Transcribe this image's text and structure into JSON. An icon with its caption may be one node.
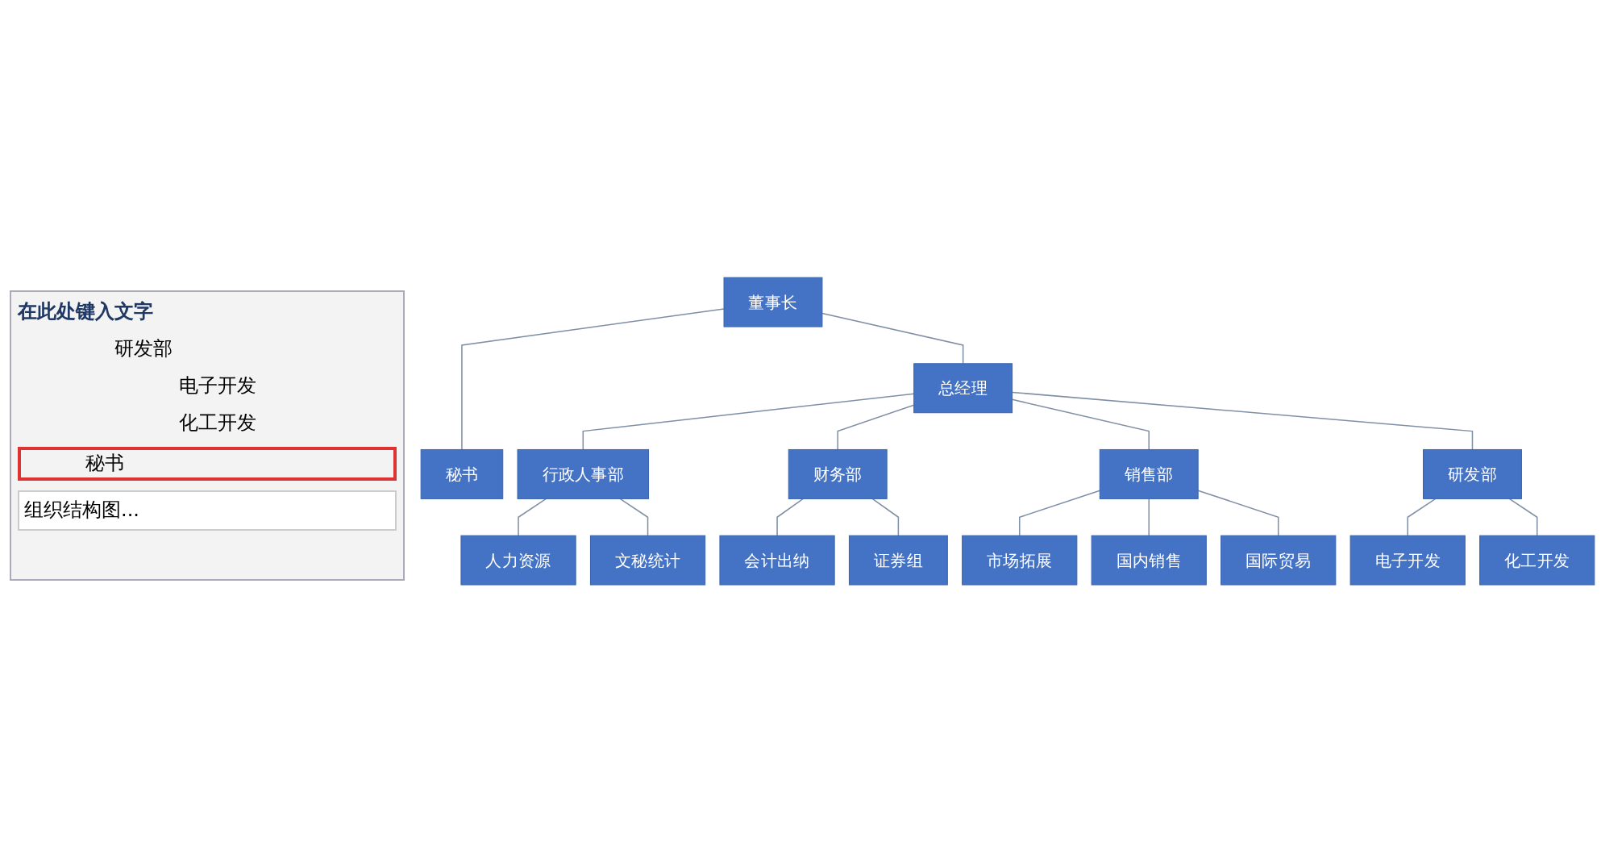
{
  "diagram": {
    "nodes": [
      {
        "text": [
          "董事长"
        ]
      },
      {
        "text": [
          "总经理"
        ]
      },
      {
        "text": [
          "秘书"
        ]
      },
      {
        "text": [
          "行政人事部"
        ]
      },
      {
        "text": [
          "人力资源"
        ]
      },
      {
        "text": [
          "文秘统计"
        ]
      },
      {
        "text": [
          "财务部"
        ]
      },
      {
        "text": [
          "会计出纳"
        ]
      },
      {
        "text": [
          "证券组"
        ]
      },
      {
        "text": [
          "销售部"
        ]
      },
      {
        "text": [
          "市场拓展"
        ]
      },
      {
        "text": [
          "国内销售"
        ]
      },
      {
        "text": [
          "国际贸易"
        ]
      },
      {
        "text": [
          "研发部"
        ]
      },
      {
        "text": [
          "电子开发"
        ]
      },
      {
        "text": [
          "化工开发"
        ]
      }
    ],
    "edges": [
      {
        "from": 0,
        "to": 1,
        "arrow": "none"
      },
      {
        "from": 0,
        "to": 2,
        "arrow": "none"
      },
      {
        "from": 1,
        "to": 3,
        "arrow": "none"
      },
      {
        "from": 1,
        "to": 6,
        "arrow": "none"
      },
      {
        "from": 1,
        "to": 9,
        "arrow": "none"
      },
      {
        "from": 1,
        "to": 13,
        "arrow": "none"
      },
      {
        "from": 3,
        "to": 4,
        "arrow": "none"
      },
      {
        "from": 3,
        "to": 5,
        "arrow": "none"
      },
      {
        "from": 6,
        "to": 7,
        "arrow": "none"
      },
      {
        "from": 6,
        "to": 8,
        "arrow": "none"
      },
      {
        "from": 9,
        "to": 10,
        "arrow": "none"
      },
      {
        "from": 9,
        "to": 11,
        "arrow": "none"
      },
      {
        "from": 9,
        "to": 12,
        "arrow": "none"
      },
      {
        "from": 13,
        "to": 14,
        "arrow": "none"
      },
      {
        "from": 13,
        "to": 15,
        "arrow": "none"
      }
    ],
    "labels": [
      "在此处键入文字",
      "研发部",
      "电子开发",
      "化工开发",
      "秘书",
      "组织结构图..."
    ]
  }
}
